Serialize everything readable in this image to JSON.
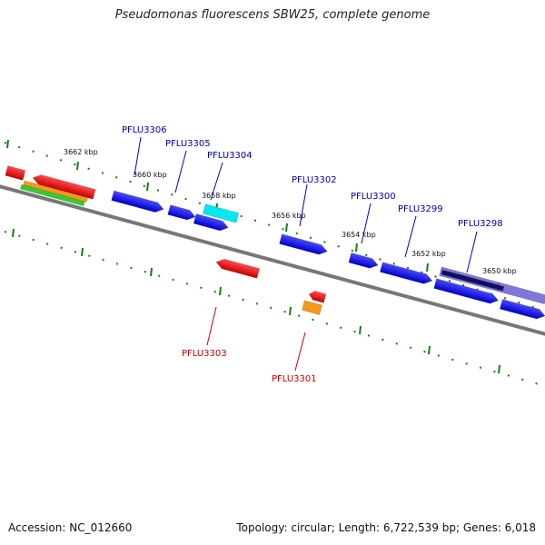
{
  "header": {
    "title": "Pseudomonas fluorescens SBW25, complete genome"
  },
  "footer": {
    "accession": "Accession: NC_012660",
    "summary": "Topology: circular; Length: 6,722,539 bp; Genes: 6,018"
  },
  "ticks": [
    {
      "kbp": 3650,
      "label": "3650 kbp"
    },
    {
      "kbp": 3652,
      "label": "3652 kbp"
    },
    {
      "kbp": 3654,
      "label": "3654 kbp"
    },
    {
      "kbp": 3656,
      "label": "3656 kbp"
    },
    {
      "kbp": 3658,
      "label": "3658 kbp"
    },
    {
      "kbp": 3660,
      "label": "3660 kbp"
    },
    {
      "kbp": 3662,
      "label": "3662 kbp"
    }
  ],
  "gene_labels": [
    {
      "text": "PFLU3306",
      "strand": "forward",
      "color": "#0000aa"
    },
    {
      "text": "PFLU3305",
      "strand": "forward",
      "color": "#0000aa"
    },
    {
      "text": "PFLU3304",
      "strand": "forward",
      "color": "#0000aa"
    },
    {
      "text": "PFLU3302",
      "strand": "forward",
      "color": "#0000aa"
    },
    {
      "text": "PFLU3300",
      "strand": "forward",
      "color": "#0000aa"
    },
    {
      "text": "PFLU3299",
      "strand": "forward",
      "color": "#0000aa"
    },
    {
      "text": "PFLU3298",
      "strand": "forward",
      "color": "#0000aa"
    },
    {
      "text": "PFLU3303",
      "strand": "reverse",
      "color": "#cc0000"
    },
    {
      "text": "PFLU3301",
      "strand": "reverse",
      "color": "#cc0000"
    }
  ],
  "colors": {
    "backbone": "#808080",
    "tick": "#1a7a1a",
    "forward_cds": "#1010e0",
    "reverse_cds": "#ee1111",
    "cyan_feature": "#00e8f0",
    "orange_feature": "#f29a1a",
    "green_feature": "#33cc33",
    "purple_feature": "#6a60d0",
    "navy_feature": "#101060"
  }
}
